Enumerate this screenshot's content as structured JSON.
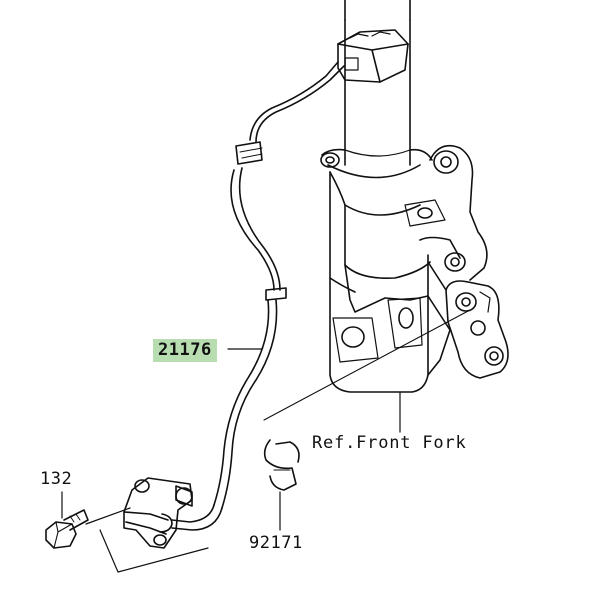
{
  "diagram": {
    "parts": [
      {
        "id": "wheel-sensor",
        "part_number": "21176",
        "highlighted": true,
        "highlight_color": "#b7ddb0"
      },
      {
        "id": "bolt",
        "part_number": "132",
        "highlighted": false
      },
      {
        "id": "clamp",
        "part_number": "92171",
        "highlighted": false
      }
    ],
    "reference": {
      "label": "Ref.Front Fork"
    },
    "colors": {
      "ink": "#111111",
      "background": "#ffffff"
    }
  }
}
